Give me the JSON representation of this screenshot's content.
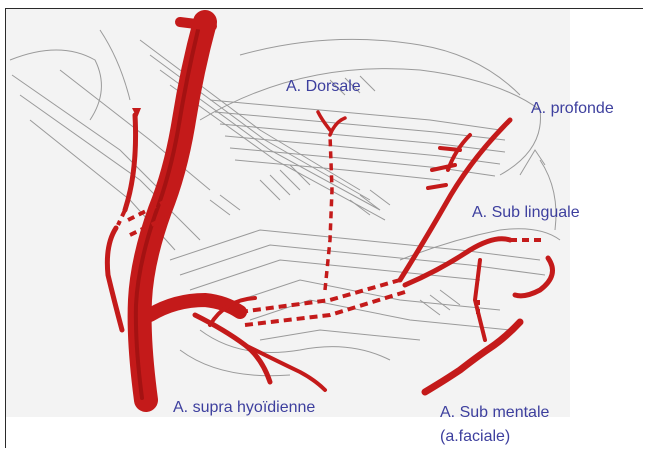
{
  "labels": {
    "dorsale": "A.  Dorsale",
    "profonde": "A.  profonde",
    "sub_linguale": "A.  Sub linguale",
    "supra_hyoidienne": "A. supra hyoïdienne",
    "sub_mentale": "A.  Sub mentale",
    "sub_mentale_note": "(a.faciale)"
  },
  "colors": {
    "artery": "#c41a1a",
    "artery_dark": "#8f0e0e",
    "label_text": "#3d3f9e",
    "sketch_line": "#9a9a9a",
    "background_panel": "#f3f3f3"
  }
}
